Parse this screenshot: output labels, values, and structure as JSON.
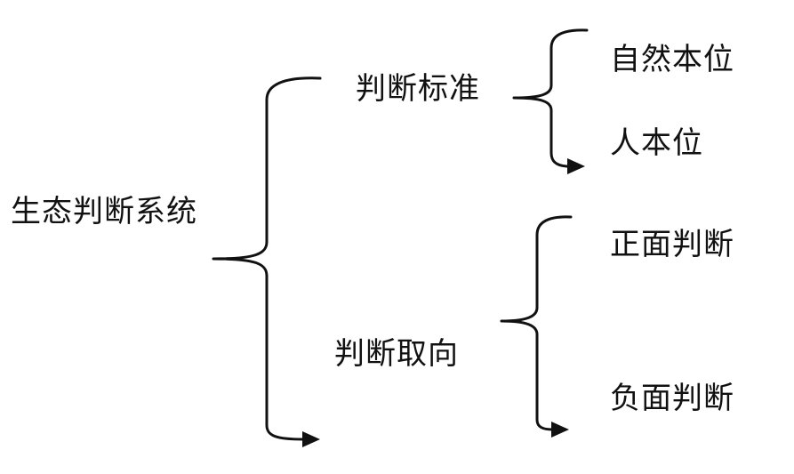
{
  "root": "生态判断系统",
  "branches": [
    {
      "label": "判断标准",
      "leaves": [
        "自然本位",
        "人本位"
      ]
    },
    {
      "label": "判断取向",
      "leaves": [
        "正面判断",
        "负面判断"
      ]
    }
  ]
}
